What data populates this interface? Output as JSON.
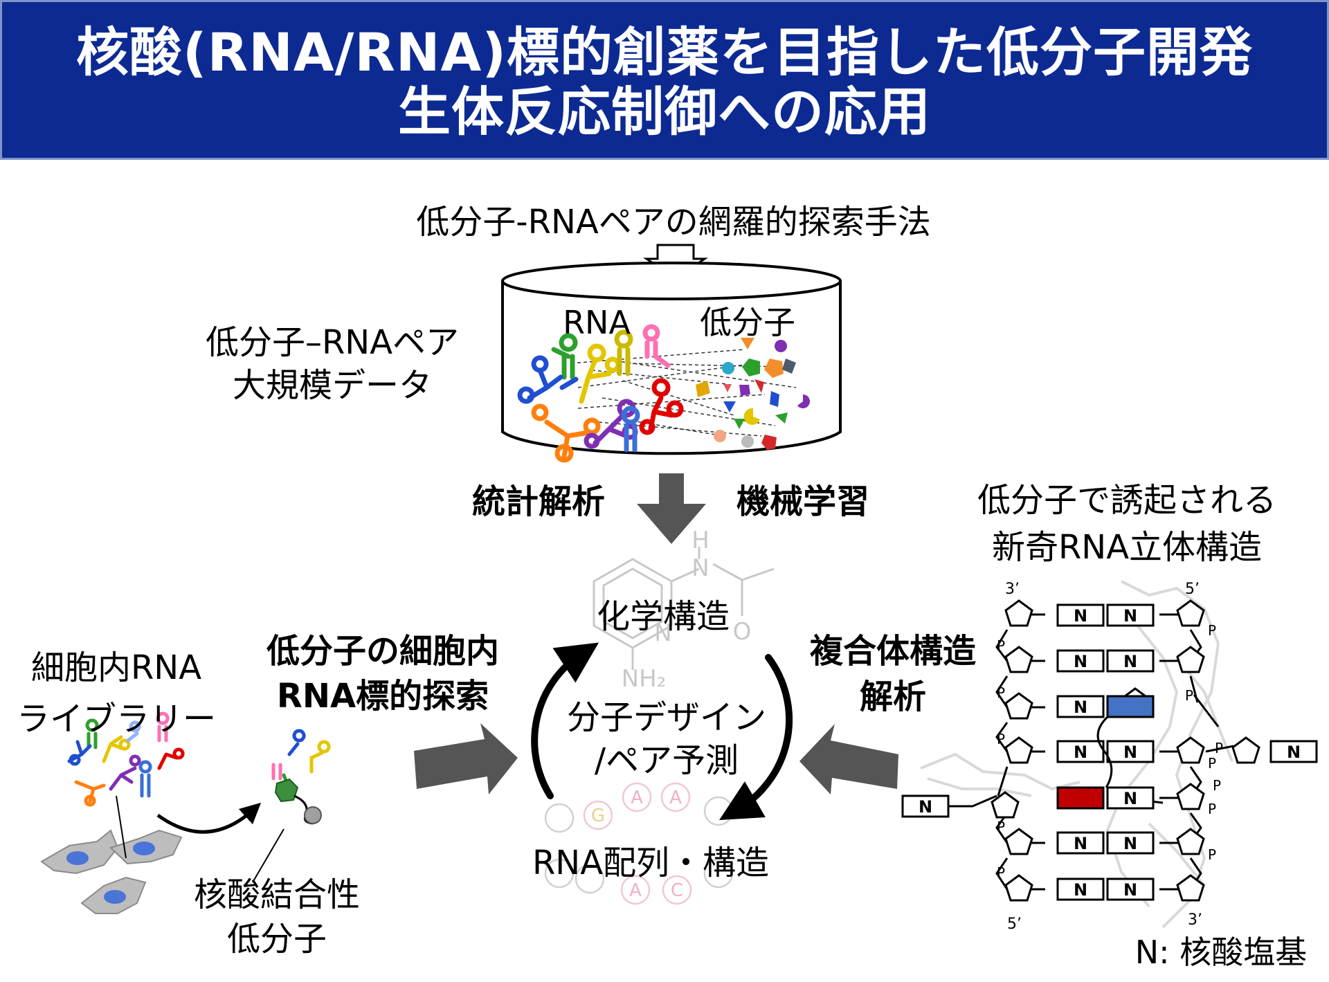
{
  "title": {
    "line1": "核酸(RNA/RNA)標的創薬を目指した低分子開発",
    "line2": "生体反応制御への応用"
  },
  "labels": {
    "method": "低分子-RNAペアの網羅的探索手法",
    "dataset_line1": "低分子–RNAペア",
    "dataset_line2": "大規模データ",
    "rna": "RNA",
    "small_molecule": "低分子",
    "statistics": "統計解析",
    "machine_learning": "機械学習",
    "chemical_structure": "化学構造",
    "molecule_design_line1": "分子デザイン",
    "molecule_design_line2": "/ペア予測",
    "rna_sequence_structure": "RNA配列・構造",
    "target_search_line1": "低分子の細胞内",
    "target_search_line2": "RNA標的探索",
    "library_line1": "細胞内RNA",
    "library_line2": "ライブラリー",
    "binder_line1": "核酸結合性",
    "binder_line2": "低分子",
    "complex_line1": "複合体構造",
    "complex_line2": "解析",
    "novel_line1": "低分子で誘起される",
    "novel_line2": "新奇RNA立体構造",
    "legend_n": "N: 核酸塩基"
  },
  "chem": {
    "h": "H",
    "n1": "N",
    "n2": "N",
    "o": "O",
    "nh2": "NH₂"
  },
  "ring_nucleotides": [
    "G",
    "A",
    "A",
    "A",
    "C"
  ],
  "helix": {
    "end_3p_top": "3’",
    "end_5p_top": "5’",
    "end_5p_bottom": "5’",
    "end_3p_bottom": "3’",
    "base": "N",
    "phosphate": "P"
  },
  "colors": {
    "header_bg": "#0c2a92",
    "arrow_gray": "#555555",
    "blue_block": "#4472c4",
    "red_block": "#c00000"
  }
}
